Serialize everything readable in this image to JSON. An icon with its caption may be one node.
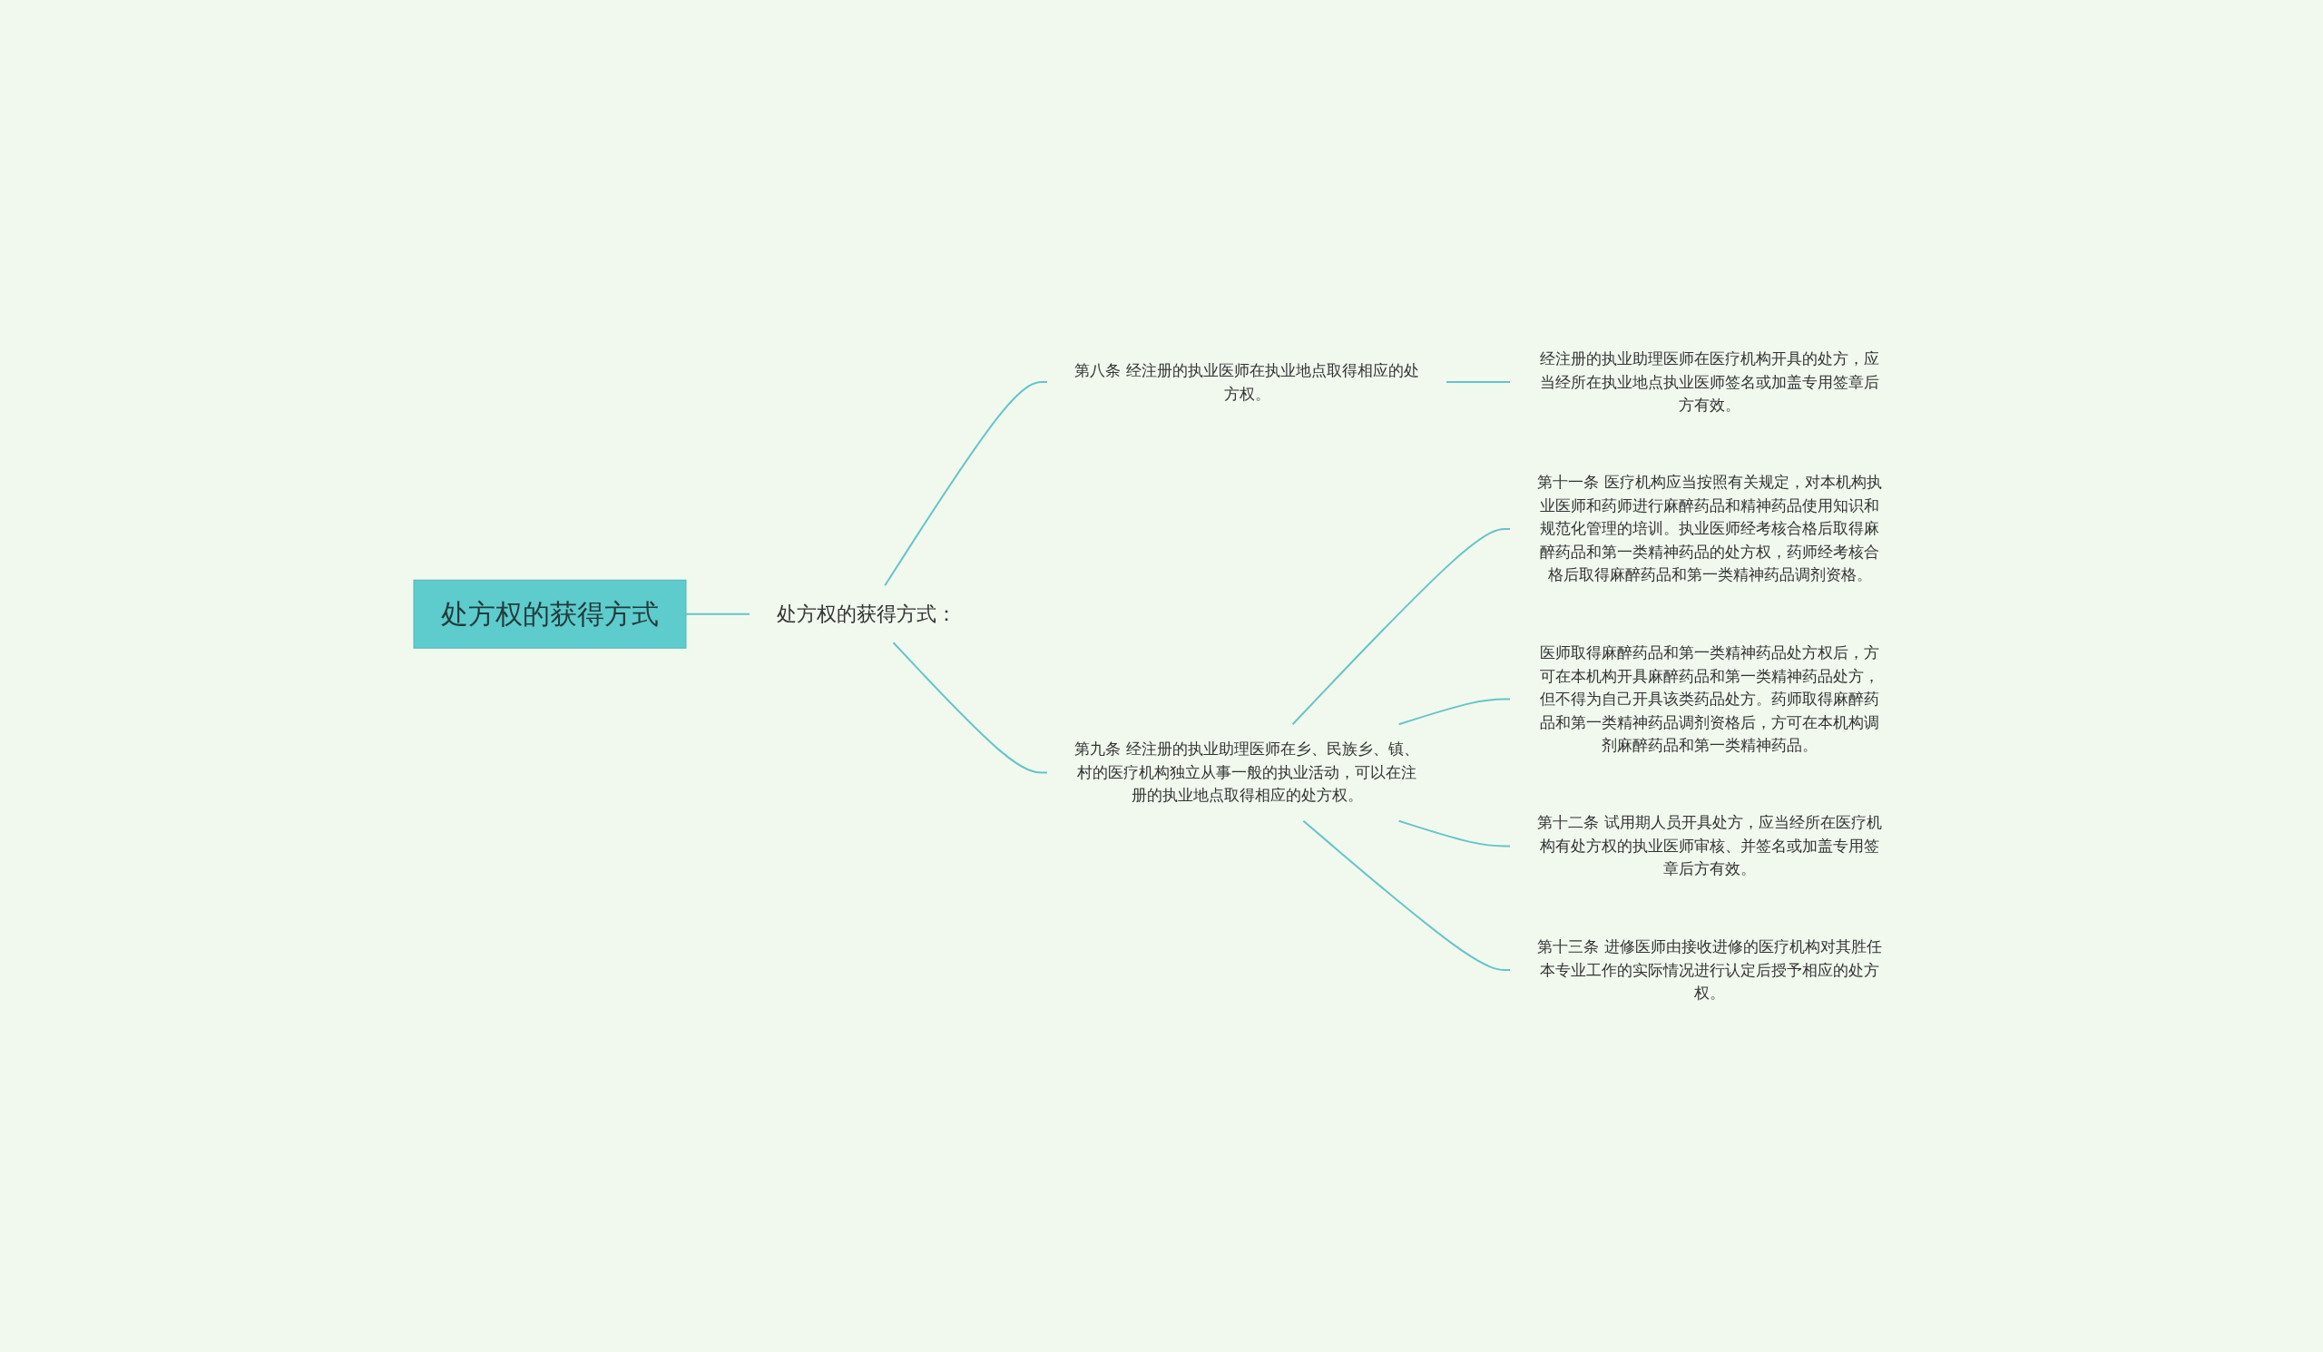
{
  "diagram": {
    "nodes": [
      {
        "text": [
          "处方权的获得方式"
        ]
      },
      {
        "text": [
          "处方权的获得方式："
        ]
      },
      {
        "text": [
          "第八条 经注册的执业医师在执业地点取得相应的处方权。"
        ]
      },
      {
        "text": [
          "第九条 经注册的执业助理医师在乡、民族乡、镇、村的医疗机构独立从事一般的执业活动，可以在注册的执业地点取得相应的处方权。"
        ]
      },
      {
        "text": [
          "经注册的执业助理医师在医疗机构开具的处方，应当经所在执业地点执业医师签名或加盖专用签章后方有效。"
        ]
      },
      {
        "text": [
          "第十一条 医疗机构应当按照有关规定，对本机构执业医师和药师进行麻醉药品和精神药品使用知识和规范化管理的培训。执业医师经考核合格后取得麻醉药品和第一类精神药品的处方权，药师经考核合格后取得麻醉药品和第一类精神药品调剂资格。"
        ]
      },
      {
        "text": [
          "医师取得麻醉药品和第一类精神药品处方权后，方可在本机构开具麻醉药品和第一类精神药品处方，但不得为自己开具该类药品处方。药师取得麻醉药品和第一类精神药品调剂资格后，方可在本机构调剂麻醉药品和第一类精神药品。"
        ]
      },
      {
        "text": [
          "第十二条 试用期人员开具处方，应当经所在医疗机构有处方权的执业医师审核、并签名或加盖专用签章后方有效。"
        ]
      },
      {
        "text": [
          "第十三条 进修医师由接收进修的医疗机构对其胜任本专业工作的实际情况进行认定后授予相应的处方权。"
        ]
      }
    ],
    "edges": [
      {
        "from": 0,
        "to": 1,
        "arrow": "none"
      },
      {
        "from": 1,
        "to": 2,
        "arrow": "none"
      },
      {
        "from": 1,
        "to": 3,
        "arrow": "none"
      },
      {
        "from": 2,
        "to": 4,
        "arrow": "none"
      },
      {
        "from": 3,
        "to": 5,
        "arrow": "none"
      },
      {
        "from": 3,
        "to": 6,
        "arrow": "none"
      },
      {
        "from": 3,
        "to": 7,
        "arrow": "none"
      },
      {
        "from": 3,
        "to": 8,
        "arrow": "none"
      }
    ]
  }
}
